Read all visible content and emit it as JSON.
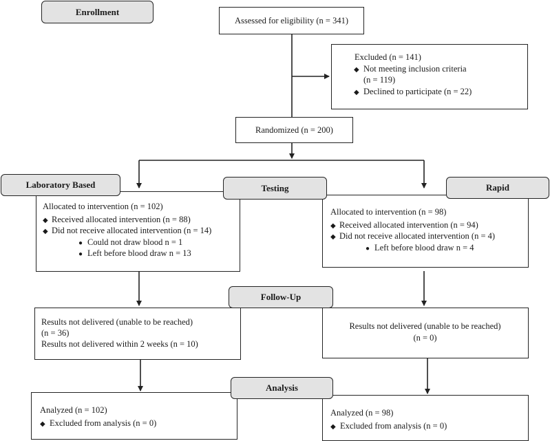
{
  "stages": {
    "enrollment": "Enrollment",
    "laboratory": "Laboratory Based",
    "testing": "Testing",
    "rapid": "Rapid",
    "followup": "Follow-Up",
    "analysis": "Analysis"
  },
  "assessed": "Assessed for eligibility (n = 341)",
  "excluded": {
    "title": "Excluded (n = 141)",
    "item1a": "Not meeting inclusion criteria",
    "item1b": "(n = 119)",
    "item2": "Declined to participate (n = 22)"
  },
  "randomized": "Randomized (n = 200)",
  "lab_alloc": {
    "title": "Allocated to intervention (n = 102)",
    "received": "Received allocated intervention (n = 88)",
    "not_received": "Did not receive allocated intervention (n = 14)",
    "sub1": "Could not draw blood n = 1",
    "sub2": "Left before blood draw n = 13"
  },
  "rapid_alloc": {
    "title": "Allocated to intervention (n = 98)",
    "received": "Received allocated intervention (n = 94)",
    "not_received": "Did not receive allocated intervention (n = 4)",
    "sub1": "Left before blood draw n = 4"
  },
  "lab_followup": {
    "line1": "Results not delivered (unable to be reached)",
    "line2": "(n = 36)",
    "line3": "Results not delivered within 2 weeks (n = 10)"
  },
  "rapid_followup": {
    "line1": "Results not delivered (unable to be reached)",
    "line2": "(n = 0)"
  },
  "lab_analysis": {
    "title": "Analyzed (n = 102)",
    "excluded": "Excluded from analysis (n = 0)"
  },
  "rapid_analysis": {
    "title": "Analyzed (n = 98)",
    "excluded": "Excluded from analysis (n = 0)"
  }
}
